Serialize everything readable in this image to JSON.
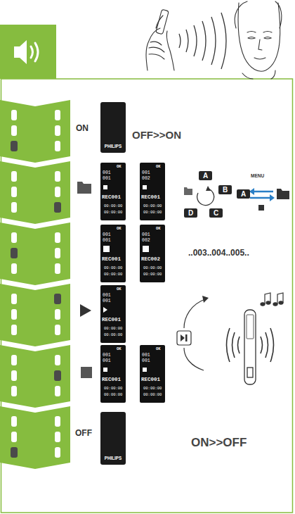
{
  "diagram": {
    "nodes": [
      {
        "text": [
          "PHILIPS"
        ]
      },
      {
        "text": [
          "OK",
          "001",
          "001",
          "REC001",
          "00:00:00",
          "00:00:00"
        ]
      },
      {
        "text": [
          "OK",
          "001",
          "002",
          "REC001",
          "00:00:00",
          "00:00:00"
        ]
      },
      {
        "text": [
          "A"
        ]
      },
      {
        "text": [
          "B"
        ]
      },
      {
        "text": [
          "C"
        ]
      },
      {
        "text": [
          "D"
        ]
      },
      {
        "text": [
          "A"
        ]
      },
      {
        "text": [
          "OK",
          "001",
          "001",
          "REC001",
          "00:00:00",
          "00:00:00"
        ]
      },
      {
        "text": [
          "OK",
          "001",
          "002",
          "REC002",
          "00:00:00",
          "00:00:00"
        ]
      },
      {
        "text": [
          "OK",
          "001",
          "001",
          "REC001",
          "00:00:00",
          "00:00:00"
        ]
      },
      {
        "text": [
          "OK",
          "001",
          "001",
          "REC001",
          "00:00:00",
          "00:00:00"
        ]
      },
      {
        "text": [
          "OK",
          "001",
          "001",
          "REC001",
          "00:00:00",
          "00:00:00"
        ]
      },
      {
        "text": [
          "PHILIPS"
        ]
      }
    ],
    "labels": [
      "ON",
      "OFF>>ON",
      "MENU",
      "..003..004..005..",
      "OFF",
      "ON>>OFF"
    ]
  }
}
